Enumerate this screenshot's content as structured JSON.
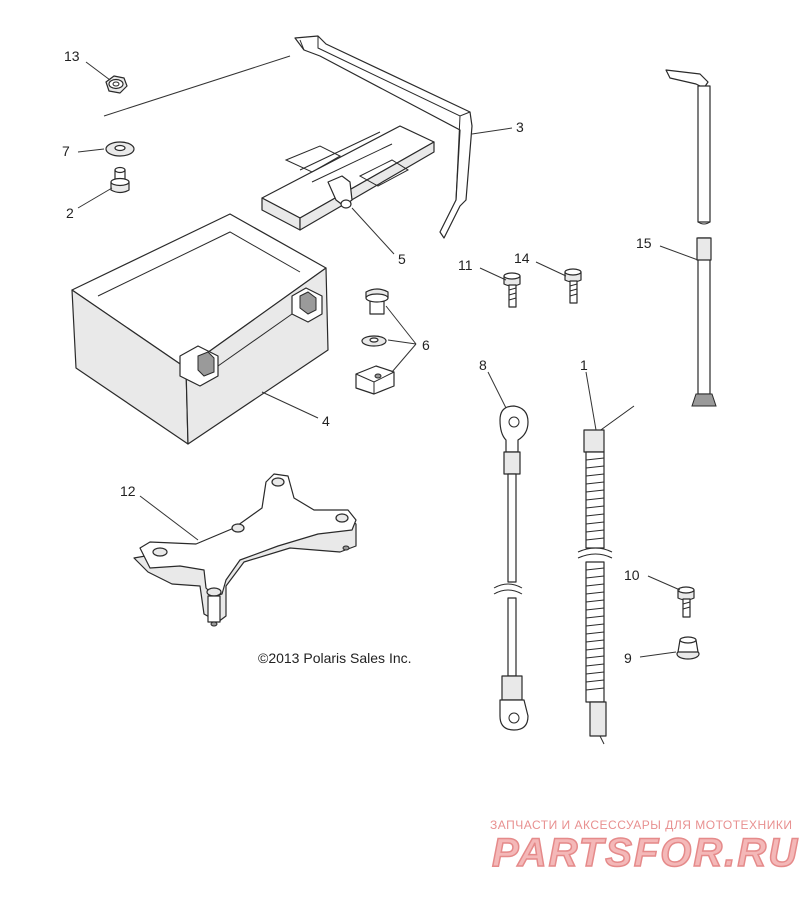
{
  "callouts": [
    {
      "id": "13",
      "label": "13"
    },
    {
      "id": "7",
      "label": "7"
    },
    {
      "id": "2",
      "label": "2"
    },
    {
      "id": "3",
      "label": "3"
    },
    {
      "id": "5",
      "label": "5"
    },
    {
      "id": "4",
      "label": "4"
    },
    {
      "id": "6",
      "label": "6"
    },
    {
      "id": "11",
      "label": "11"
    },
    {
      "id": "14",
      "label": "14"
    },
    {
      "id": "15",
      "label": "15"
    },
    {
      "id": "8",
      "label": "8"
    },
    {
      "id": "1",
      "label": "1"
    },
    {
      "id": "12",
      "label": "12"
    },
    {
      "id": "10",
      "label": "10"
    },
    {
      "id": "9",
      "label": "9"
    }
  ],
  "copyright": "©2013 Polaris Sales Inc.",
  "watermark": {
    "tagline": "ЗАПЧАСТИ И АКСЕССУАРЫ ДЛЯ МОТОТЕХНИКИ",
    "logo": "PARTSFOR.RU"
  }
}
